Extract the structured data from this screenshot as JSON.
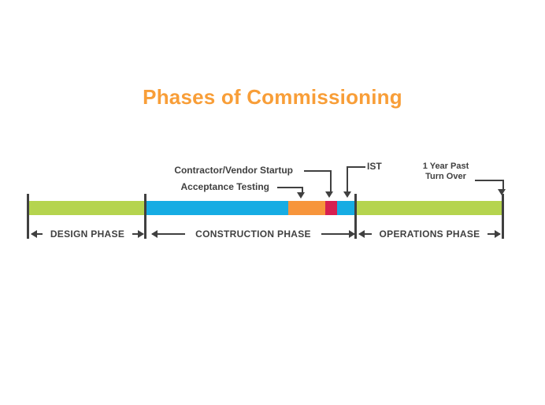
{
  "title": {
    "text": "Phases of Commissioning"
  },
  "annotations": {
    "contractor": {
      "label": "Contractor/Vendor Startup"
    },
    "acceptance": {
      "label": "Acceptance Testing"
    },
    "ist": {
      "label": "IST"
    },
    "one_year": {
      "line1": "1 Year Past",
      "line2": "Turn Over"
    }
  },
  "phases": {
    "design": {
      "label": "DESIGN PHASE"
    },
    "construction": {
      "label": "CONSTRUCTION PHASE"
    },
    "operations": {
      "label": "OPERATIONS PHASE"
    }
  },
  "timeline": {
    "segments": [
      {
        "name": "design-phase",
        "color_key": "green"
      },
      {
        "name": "construction-phase",
        "color_key": "blue"
      },
      {
        "name": "acceptance-testing",
        "color_key": "orange"
      },
      {
        "name": "contractor-vendor-startup",
        "color_key": "red"
      },
      {
        "name": "ist",
        "color_key": "blue"
      },
      {
        "name": "operations-phase",
        "color_key": "green"
      }
    ]
  },
  "colors": {
    "green": "#B5D44E",
    "blue": "#16ACE3",
    "orange": "#F7953B",
    "red": "#D72050",
    "line": "#404040",
    "title": "#F89E38"
  }
}
